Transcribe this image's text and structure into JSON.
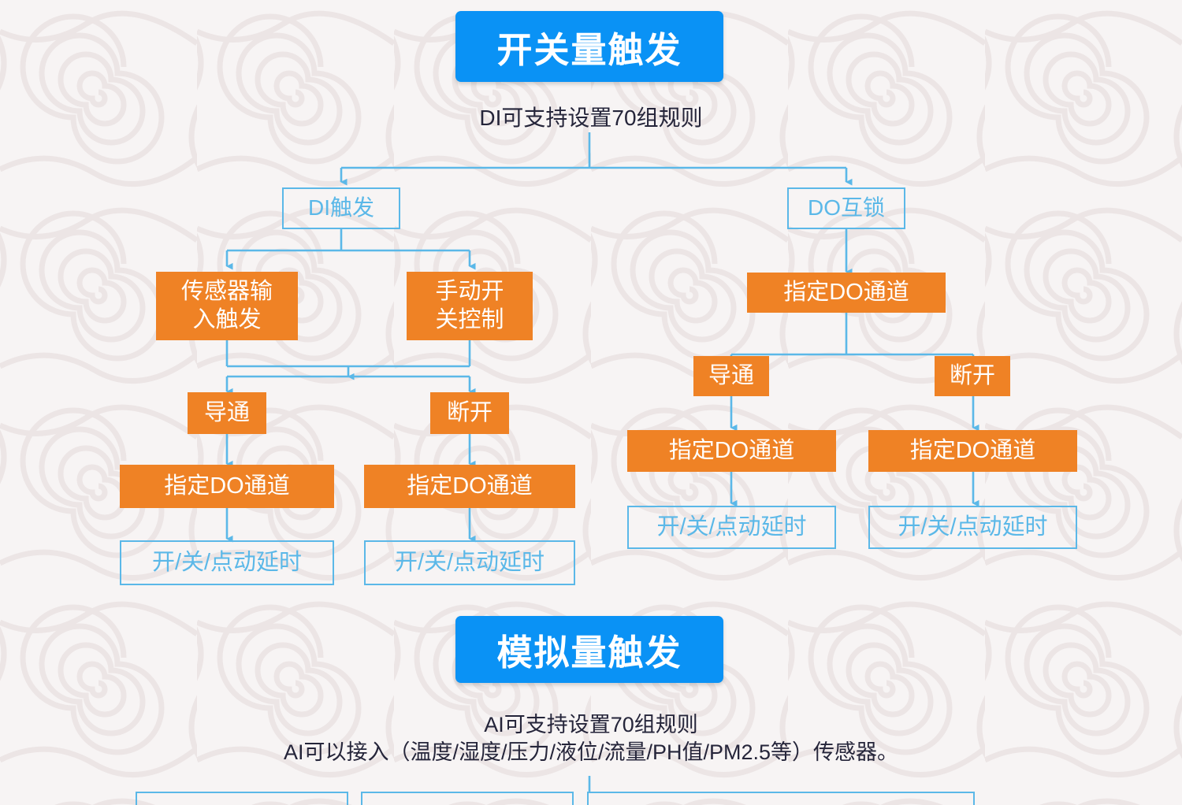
{
  "page": {
    "title": "开关量触发 / 模拟量触发 流程图",
    "background_color": "#f7f4f4"
  },
  "colors": {
    "banner_blue": "#0a92f5",
    "node_orange": "#ef8225",
    "outline_blue": "#5bb8e8",
    "connector_blue": "#5bb8e8",
    "caption_text": "#25253a"
  },
  "sections": [
    {
      "id": "digital",
      "banner": "开关量触发",
      "caption": "DI可支持设置70组规则"
    },
    {
      "id": "analog",
      "banner": "模拟量触发",
      "caption_line1": "AI可支持设置70组规则",
      "caption_line2": "AI可以接入（温度/湿度/压力/液位/流量/PH值/PM2.5等）传感器。"
    }
  ],
  "nodes": {
    "di_trigger": "DI触发",
    "do_interlock": "DO互锁",
    "sensor_input_trigger": "传感器输\n入触发",
    "manual_switch_control": "手动开\n关控制",
    "conduct_left": "导通",
    "disconnect_left": "断开",
    "do_channel_left_1": "指定DO通道",
    "do_channel_left_2": "指定DO通道",
    "delay_left_1": "开/关/点动延时",
    "delay_left_2": "开/关/点动延时",
    "do_channel_right_top": "指定DO通道",
    "conduct_right": "导通",
    "disconnect_right": "断开",
    "do_channel_right_1": "指定DO通道",
    "do_channel_right_2": "指定DO通道",
    "delay_right_1": "开/关/点动延时",
    "delay_right_2": "开/关/点动延时"
  },
  "chart_data": {
    "type": "diagram",
    "title": "开关量触发 / 模拟量触发 流程图",
    "diagram_kind": "flowchart-tree",
    "sections": [
      "开关量触发",
      "模拟量触发"
    ],
    "edges": [
      {
        "from": "开关量触发",
        "to": "DI触发"
      },
      {
        "from": "开关量触发",
        "to": "DO互锁"
      },
      {
        "from": "DI触发",
        "to": "传感器输入触发"
      },
      {
        "from": "DI触发",
        "to": "手动开关控制"
      },
      {
        "from": "传感器输入触发",
        "to": "导通(左)"
      },
      {
        "from": "传感器输入触发",
        "to": "断开(左)"
      },
      {
        "from": "手动开关控制",
        "to": "导通(左)"
      },
      {
        "from": "手动开关控制",
        "to": "断开(左)"
      },
      {
        "from": "导通(左)",
        "to": "指定DO通道(左1)"
      },
      {
        "from": "断开(左)",
        "to": "指定DO通道(左2)"
      },
      {
        "from": "指定DO通道(左1)",
        "to": "开/关/点动延时(左1)"
      },
      {
        "from": "指定DO通道(左2)",
        "to": "开/关/点动延时(左2)"
      },
      {
        "from": "DO互锁",
        "to": "指定DO通道(右顶)"
      },
      {
        "from": "指定DO通道(右顶)",
        "to": "导通(右)"
      },
      {
        "from": "指定DO通道(右顶)",
        "to": "断开(右)"
      },
      {
        "from": "导通(右)",
        "to": "指定DO通道(右1)"
      },
      {
        "from": "断开(右)",
        "to": "指定DO通道(右2)"
      },
      {
        "from": "指定DO通道(右1)",
        "to": "开/关/点动延时(右1)"
      },
      {
        "from": "指定DO通道(右2)",
        "to": "开/关/点动延时(右2)"
      },
      {
        "from": "模拟量触发",
        "to": "下方三分支(截断)"
      }
    ],
    "node_styles": {
      "orange_filled": [
        "传感器输入触发",
        "手动开关控制",
        "导通",
        "断开",
        "指定DO通道"
      ],
      "blue_outline": [
        "DI触发",
        "DO互锁",
        "开/关/点动延时"
      ],
      "blue_banner": [
        "开关量触发",
        "模拟量触发"
      ]
    }
  }
}
